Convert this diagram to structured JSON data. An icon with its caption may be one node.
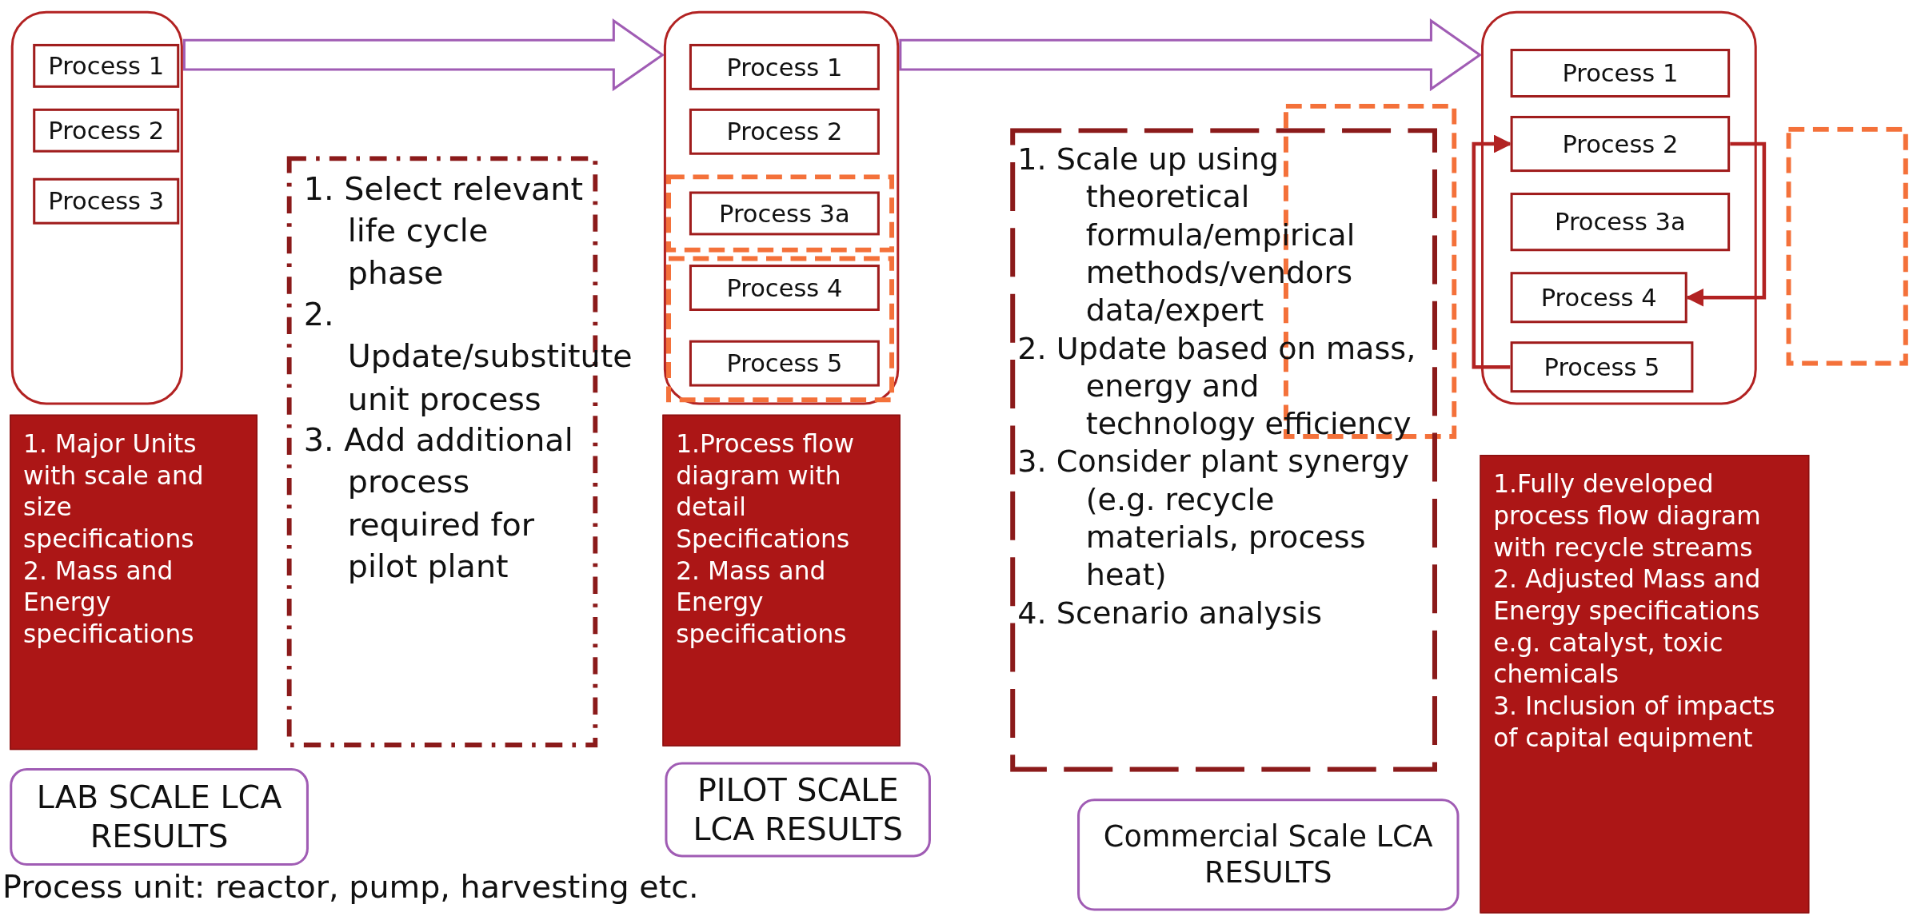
{
  "diagram": {
    "nodes": [
      {
        "text": [],
        "shape": "box"
      },
      {
        "text": [
          "Process 1"
        ],
        "in": 0
      },
      {
        "text": [
          "Process 2"
        ],
        "in": 0
      },
      {
        "text": [
          "Process 3"
        ],
        "in": 0
      },
      {
        "text": [
          "1. Major Units with scale and size specifications",
          "2. Mass and Energy specifications"
        ]
      },
      {
        "text": [
          "LAB SCALE LCA RESULTS"
        ]
      },
      {
        "text": [
          "1. Select relevant life cycle phase",
          "2. Update/substitute unit process",
          "3. Add additional process required for pilot plant"
        ]
      },
      {
        "text": [],
        "shape": "box"
      },
      {
        "text": [
          "Process 1"
        ],
        "in": 7
      },
      {
        "text": [
          "Process 2"
        ],
        "in": 7
      },
      {
        "text": [],
        "shape": "box",
        "in": 7
      },
      {
        "text": [
          "Process 3a"
        ],
        "in": 10
      },
      {
        "text": [],
        "shape": "box",
        "in": 7
      },
      {
        "text": [
          "Process 4"
        ],
        "in": 12
      },
      {
        "text": [
          "Process 5"
        ],
        "in": 12
      },
      {
        "text": [
          "1.Process flow diagram with detail Specifications",
          "2. Mass and Energy specifications"
        ]
      },
      {
        "text": [
          "PILOT SCALE LCA RESULTS"
        ]
      },
      {
        "text": [
          "1. Scale up using theoretical formula/empirical methods/vendors data/expert",
          "2. Update based on mass, energy and technology efficiency",
          "3. Consider plant synergy (e.g. recycle materials, process heat)",
          "4. Scenario analysis"
        ]
      },
      {
        "text": [
          "Commercial Scale LCA RESULTS"
        ]
      },
      {
        "text": [],
        "shape": "box"
      },
      {
        "text": [],
        "shape": "box"
      },
      {
        "text": [
          "Process 1"
        ],
        "in": 20
      },
      {
        "text": [
          "Process 2"
        ],
        "in": 20
      },
      {
        "text": [
          "Process 3a"
        ],
        "in": 20
      },
      {
        "text": [
          "Process 4"
        ],
        "in": 20
      },
      {
        "text": [
          "Process 5"
        ],
        "in": 20
      },
      {
        "text": [],
        "shape": "box"
      },
      {
        "text": [
          "1.Fully developed process flow diagram with recycle streams",
          "2. Adjusted Mass and Energy specifications e.g. catalyst, toxic chemicals",
          "3. Inclusion of impacts of capital equipment"
        ]
      }
    ],
    "edges": [
      {
        "from": 0,
        "to": 7,
        "arrow": "to",
        "style": "thick",
        "color": "#a05cb4"
      },
      {
        "from": 7,
        "to": 20,
        "arrow": "to",
        "style": "thick",
        "color": "#a05cb4"
      },
      {
        "from": 22,
        "to": 24,
        "arrow": "to",
        "color": "#b22222"
      },
      {
        "from": 25,
        "to": 22,
        "arrow": "to",
        "color": "#b22222"
      }
    ],
    "labels": [
      "Process unit: reactor, pump, harvesting etc."
    ]
  }
}
